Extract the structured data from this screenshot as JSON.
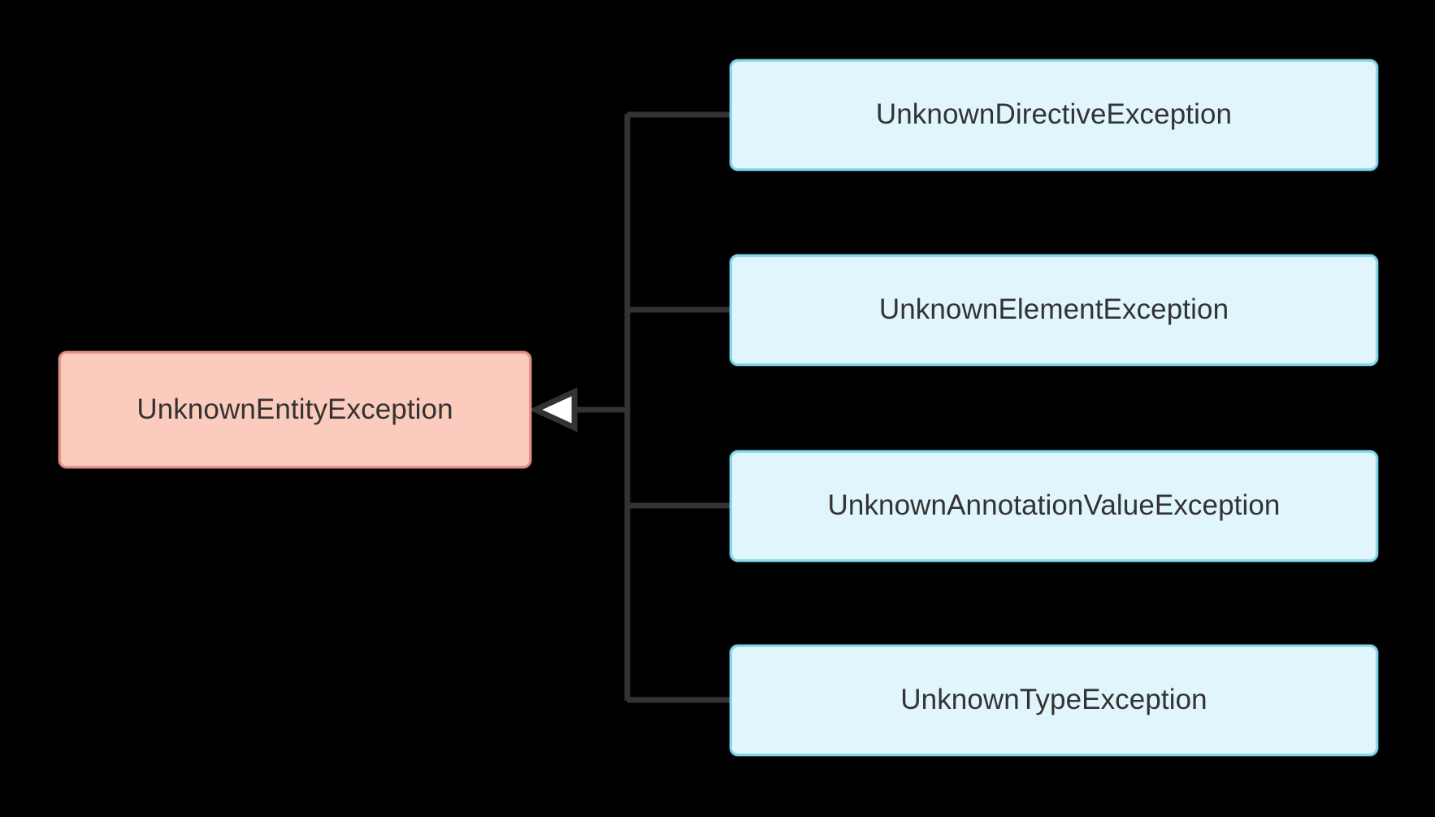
{
  "diagram": {
    "type": "uml-class-hierarchy",
    "relationship": "generalization",
    "background_color": "#000000",
    "connector_color": "#333333",
    "arrowhead": {
      "name": "generalization-arrowhead",
      "shape": "hollow-triangle",
      "direction": "left",
      "fill_color": "#ffffff",
      "stroke_color": "#333333"
    },
    "base": {
      "label": "UnknownEntityException",
      "fill_color": "#fbcbbd",
      "border_color": "#e8918a",
      "text_color": "#333333"
    },
    "derived": [
      {
        "label": "UnknownDirectiveException",
        "fill_color": "#e0f5fc",
        "border_color": "#82d8ec",
        "text_color": "#333333"
      },
      {
        "label": "UnknownElementException",
        "fill_color": "#e0f5fc",
        "border_color": "#82d8ec",
        "text_color": "#333333"
      },
      {
        "label": "UnknownAnnotationValueException",
        "fill_color": "#e0f5fc",
        "border_color": "#82d8ec",
        "text_color": "#333333"
      },
      {
        "label": "UnknownTypeException",
        "fill_color": "#e0f5fc",
        "border_color": "#82d8ec",
        "text_color": "#333333"
      }
    ]
  }
}
